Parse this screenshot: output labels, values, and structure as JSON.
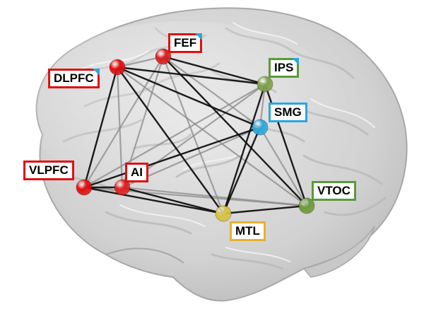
{
  "regions": [
    {
      "id": "DLPFC",
      "label": "DLPFC",
      "color": "#e01010",
      "border": "#e01010",
      "corner_flag": true
    },
    {
      "id": "FEF",
      "label": "FEF",
      "color": "#d82020",
      "border": "#e01010",
      "corner_flag": true
    },
    {
      "id": "IPS",
      "label": "IPS",
      "color": "#7fa04a",
      "border": "#5a9a3a",
      "corner_flag": true
    },
    {
      "id": "SMG",
      "label": "SMG",
      "color": "#2aa7dc",
      "border": "#2aa7dc",
      "corner_flag": false
    },
    {
      "id": "VLPFC",
      "label": "VLPFC",
      "color": "#e01010",
      "border": "#e01010",
      "corner_flag": false
    },
    {
      "id": "AI",
      "label": "AI",
      "color": "#e02020",
      "border": "#e01010",
      "corner_flag": false
    },
    {
      "id": "MTL",
      "label": "MTL",
      "color": "#d8c23a",
      "border": "#e8b030",
      "corner_flag": false
    },
    {
      "id": "VTOC",
      "label": "VTOC",
      "color": "#6a9a3a",
      "border": "#5a9a3a",
      "corner_flag": false
    }
  ],
  "strong_connections": [
    [
      "DLPFC",
      "VLPFC"
    ],
    [
      "DLPFC",
      "IPS"
    ],
    [
      "DLPFC",
      "SMG"
    ],
    [
      "DLPFC",
      "MTL"
    ],
    [
      "FEF",
      "IPS"
    ],
    [
      "FEF",
      "VTOC"
    ],
    [
      "IPS",
      "MTL"
    ],
    [
      "IPS",
      "VTOC"
    ],
    [
      "SMG",
      "MTL"
    ],
    [
      "VLPFC",
      "AI"
    ],
    [
      "VLPFC",
      "MTL"
    ],
    [
      "VLPFC",
      "SMG"
    ],
    [
      "AI",
      "MTL"
    ],
    [
      "MTL",
      "VTOC"
    ]
  ],
  "weak_connections": [
    [
      "DLPFC",
      "FEF"
    ],
    [
      "DLPFC",
      "AI"
    ],
    [
      "DLPFC",
      "VTOC"
    ],
    [
      "FEF",
      "SMG"
    ],
    [
      "FEF",
      "MTL"
    ],
    [
      "FEF",
      "AI"
    ],
    [
      "FEF",
      "VLPFC"
    ],
    [
      "IPS",
      "SMG"
    ],
    [
      "IPS",
      "AI"
    ],
    [
      "IPS",
      "VLPFC"
    ],
    [
      "SMG",
      "AI"
    ],
    [
      "SMG",
      "VTOC"
    ],
    [
      "AI",
      "VTOC"
    ],
    [
      "VLPFC",
      "VTOC"
    ]
  ]
}
